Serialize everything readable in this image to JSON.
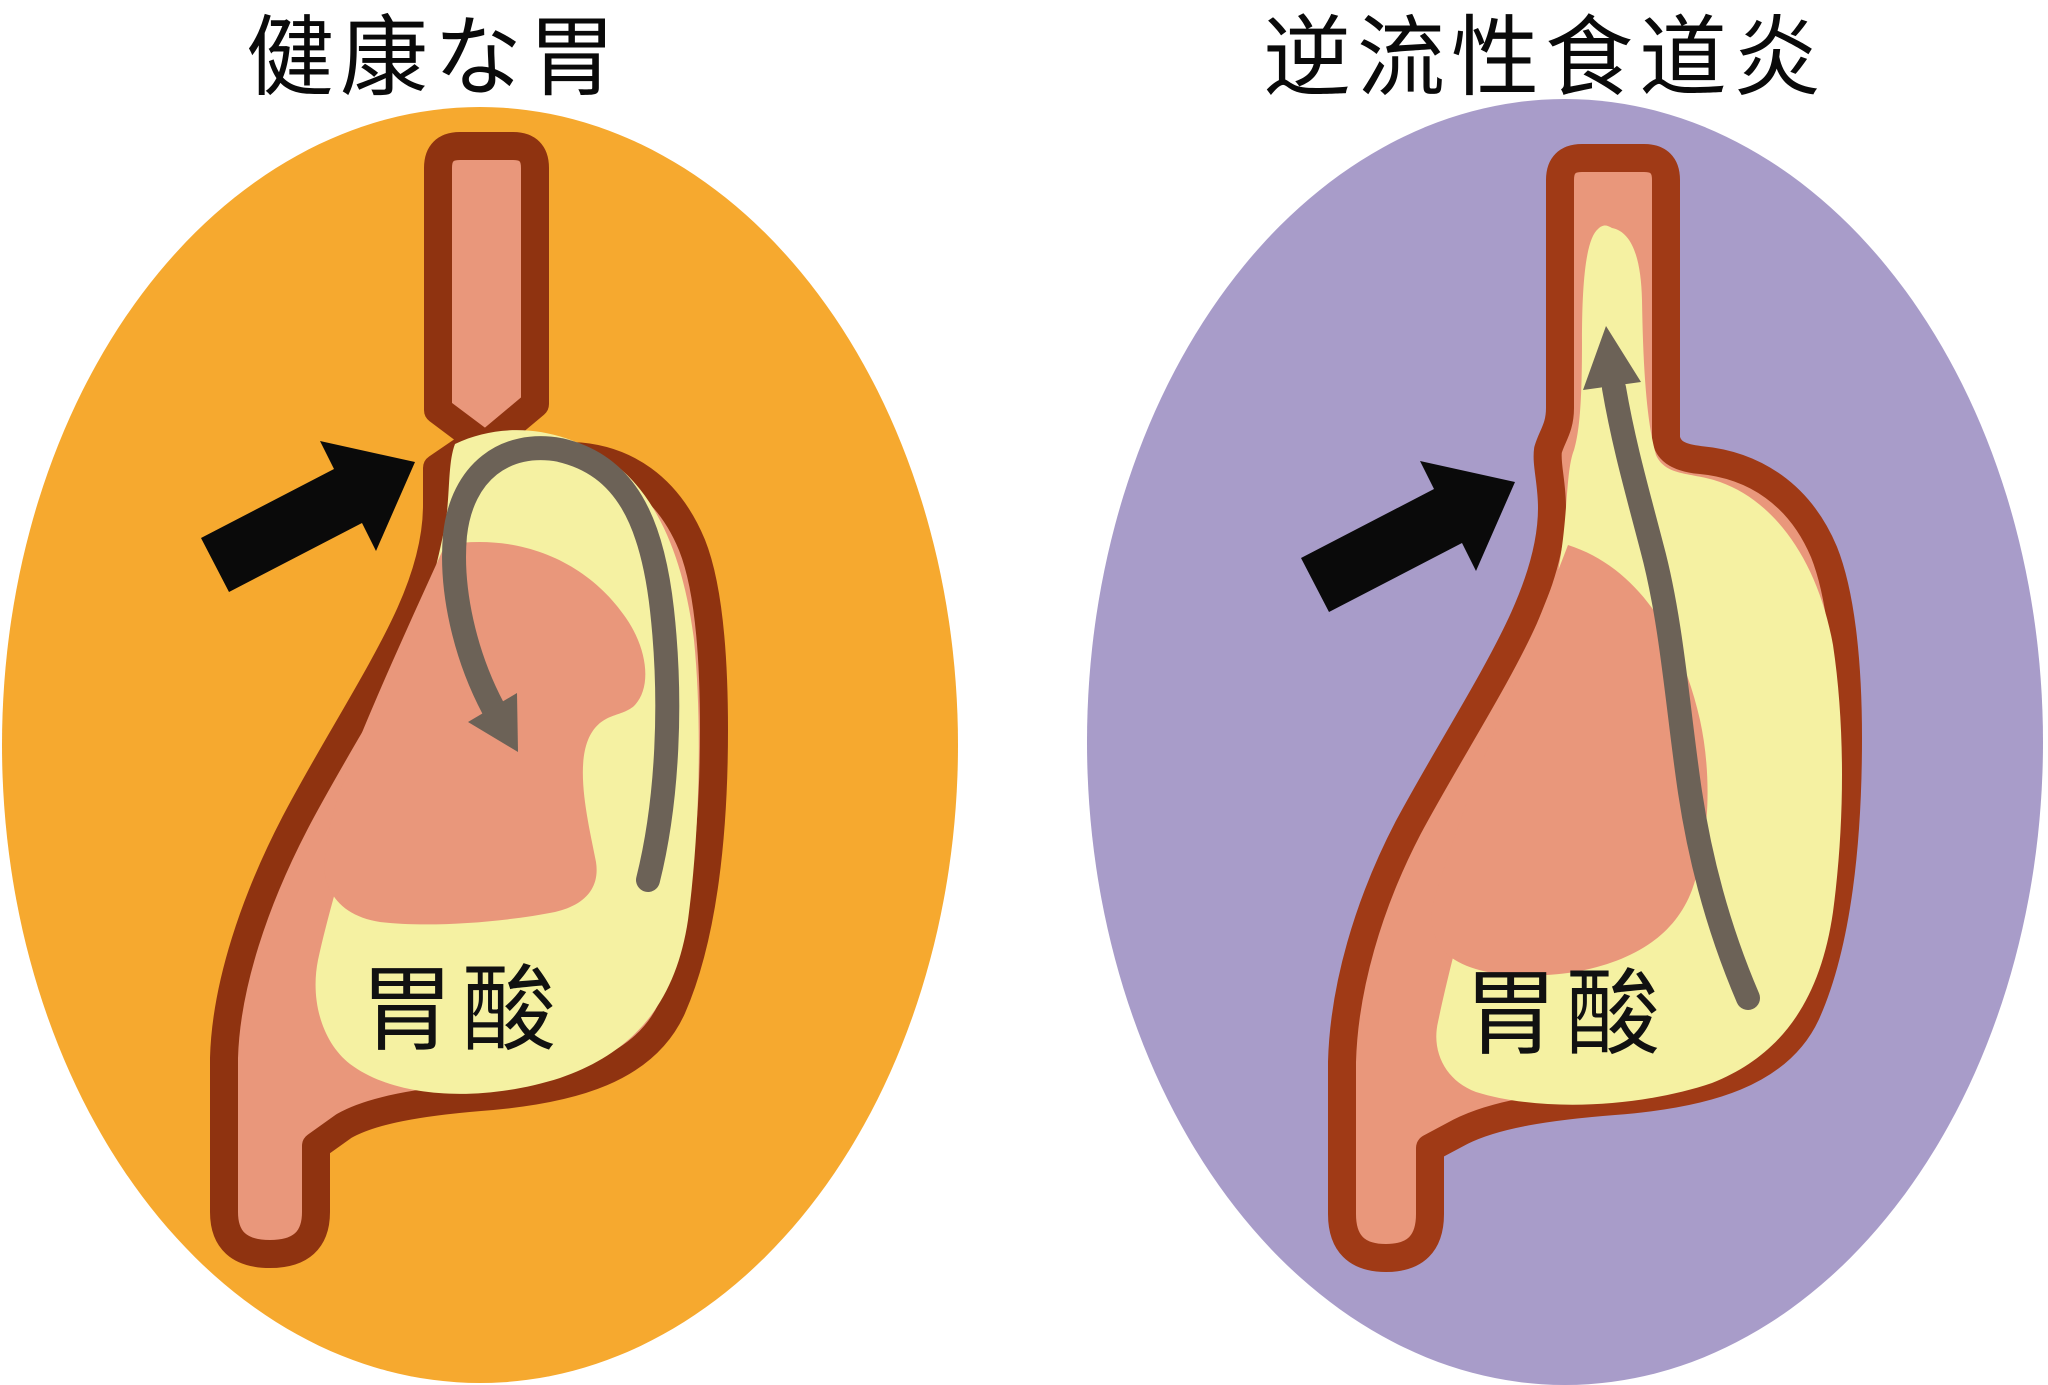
{
  "figure": {
    "panels": [
      {
        "title": "健康な胃",
        "acid_label": "胃酸",
        "background_color": "#F6A92F",
        "wall_color": "#8F3310"
      },
      {
        "title": "逆流性食道炎",
        "acid_label": "胃酸",
        "background_color": "#A89CC9",
        "wall_color": "#A03A16"
      }
    ],
    "colors": {
      "page_background": "#FFFFFF",
      "stomach_lining": "#E9977B",
      "gastric_acid": "#F5F1A2",
      "flow_arrow": "#6C6257",
      "pointer_arrow": "#0A0A0A",
      "label_text": "#111111"
    }
  }
}
